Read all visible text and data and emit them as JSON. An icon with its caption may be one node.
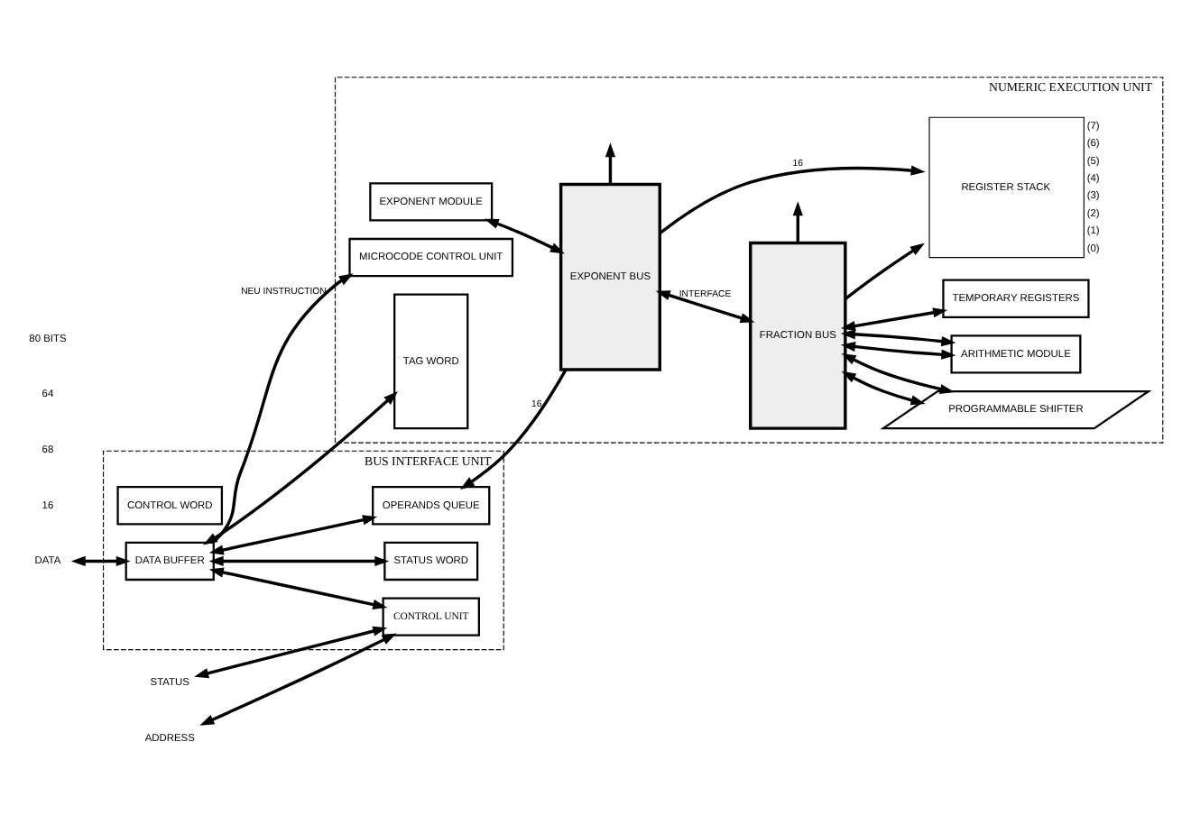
{
  "diagram": {
    "nodes": [
      {
        "text": [
          "BUS INTERFACE UNIT"
        ]
      },
      {
        "text": [
          "NUMERIC EXECUTION UNIT"
        ]
      },
      {
        "text": [
          "CONTROL WORD"
        ],
        "in": 0
      },
      {
        "text": [
          "STATUS WORD"
        ],
        "in": 0
      },
      {
        "text": [
          "DATA BUFFER"
        ],
        "in": 0
      },
      {
        "text": [
          "OPERANDS QUEUE"
        ],
        "in": 0
      },
      {
        "text": [
          "CONTROL UNIT"
        ],
        "in": 0
      },
      {
        "text": [
          "EXPONENT BUS"
        ],
        "in": 1
      },
      {
        "text": [
          "FRACTION BUS"
        ],
        "in": 1
      },
      {
        "text": [
          "EXPONENT MODULE"
        ],
        "in": 1
      },
      {
        "text": [
          "PROGRAMMABLE SHIFTER"
        ],
        "in": 1
      },
      {
        "text": [
          "MICROCODE CONTROL UNIT"
        ],
        "in": 1
      },
      {
        "text": [
          "ARITHMETIC MODULE"
        ],
        "in": 1
      },
      {
        "text": [
          "TEMPORARY REGISTERS"
        ],
        "in": 1
      },
      {
        "text": [
          "TAG WORD"
        ],
        "in": 1
      },
      {
        "text": [
          "REGISTER STACK"
        ],
        "in": 1,
        "beside": [
          "(7)",
          "(6)",
          "(5)",
          "(4)",
          "(3)",
          "(2)",
          "(1)",
          "(0)"
        ]
      },
      {
        "text": [
          "DATA"
        ]
      },
      {
        "text": [
          "STATUS"
        ]
      },
      {
        "text": [
          "ADDRESS"
        ]
      }
    ],
    "edges": [
      {
        "from": 16,
        "to": 4,
        "arrow": "both"
      },
      {
        "from": 4,
        "to": 3,
        "arrow": "both"
      },
      {
        "from": 4,
        "to": 11,
        "arrow": "to",
        "label": "NEU INSTRUCTION"
      },
      {
        "from": 4,
        "to": 5,
        "arrow": "both"
      },
      {
        "from": 7,
        "to": null,
        "arrow": "to"
      },
      {
        "from": 8,
        "to": null,
        "arrow": "to"
      },
      {
        "from": 9,
        "to": 7,
        "arrow": "both"
      },
      {
        "from": 7,
        "to": 8,
        "arrow": "both",
        "label": "INTERFACE"
      },
      {
        "from": 8,
        "to": 10,
        "arrow": "both"
      },
      {
        "from": 8,
        "to": 10,
        "arrow": "both"
      },
      {
        "from": 8,
        "to": 12,
        "arrow": "both"
      },
      {
        "from": 8,
        "to": 12,
        "arrow": "both"
      },
      {
        "from": 7,
        "to": 5,
        "arrow": "to",
        "label": "16"
      },
      {
        "from": 8,
        "to": 13,
        "arrow": "both"
      },
      {
        "from": 7,
        "to": 15,
        "arrow": "to",
        "label": "16"
      },
      {
        "from": 8,
        "to": 15,
        "arrow": "to"
      },
      {
        "from": 4,
        "to": 14,
        "arrow": "both"
      },
      {
        "from": 4,
        "to": 6,
        "arrow": "both"
      },
      {
        "from": 17,
        "to": 6,
        "arrow": "both"
      },
      {
        "from": 18,
        "to": 6,
        "arrow": "both"
      }
    ],
    "labels": [
      "16",
      "68",
      "64",
      "80 BITS"
    ]
  }
}
